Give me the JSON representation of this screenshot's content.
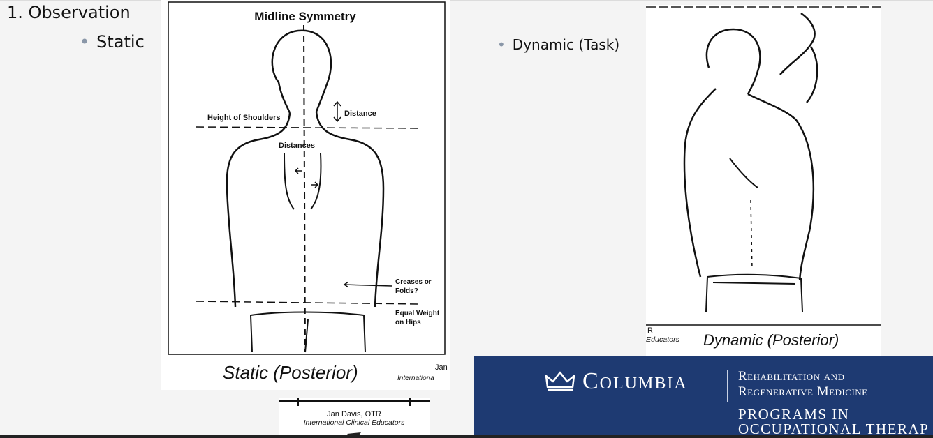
{
  "slide": {
    "heading": "1. Observation",
    "bullets": [
      {
        "label": "Static"
      },
      {
        "label": "Dynamic (Task)"
      }
    ]
  },
  "static_figure": {
    "title": "Midline Symmetry",
    "labels": {
      "height_of_shoulders": "Height of Shoulders",
      "distance": "Distance",
      "distances": "Distances",
      "creases_line1": "Creases or",
      "creases_line2": "Folds?",
      "equal_weight_line1": "Equal Weight",
      "equal_weight_line2": "on Hips"
    },
    "caption": "Static (Posterior)",
    "credit_partial_line1": "Jan",
    "credit_partial_line2": "Internationa"
  },
  "dynamic_figure": {
    "caption": "Dynamic (Posterior)",
    "credit_partial_line1": "R",
    "credit_partial_line2": "Educators"
  },
  "credit": {
    "name": "Jan Davis, OTR",
    "org": "International Clinical Educators"
  },
  "banner": {
    "wordmark": "Columbia",
    "program_line1": "Rehabilitation and",
    "program_line2": "Regenerative Medicine",
    "program_line3": "PROGRAMS IN",
    "program_line4": "OCCUPATIONAL THERAP",
    "bg_color": "#1e3a72",
    "icon": "crown-icon"
  }
}
